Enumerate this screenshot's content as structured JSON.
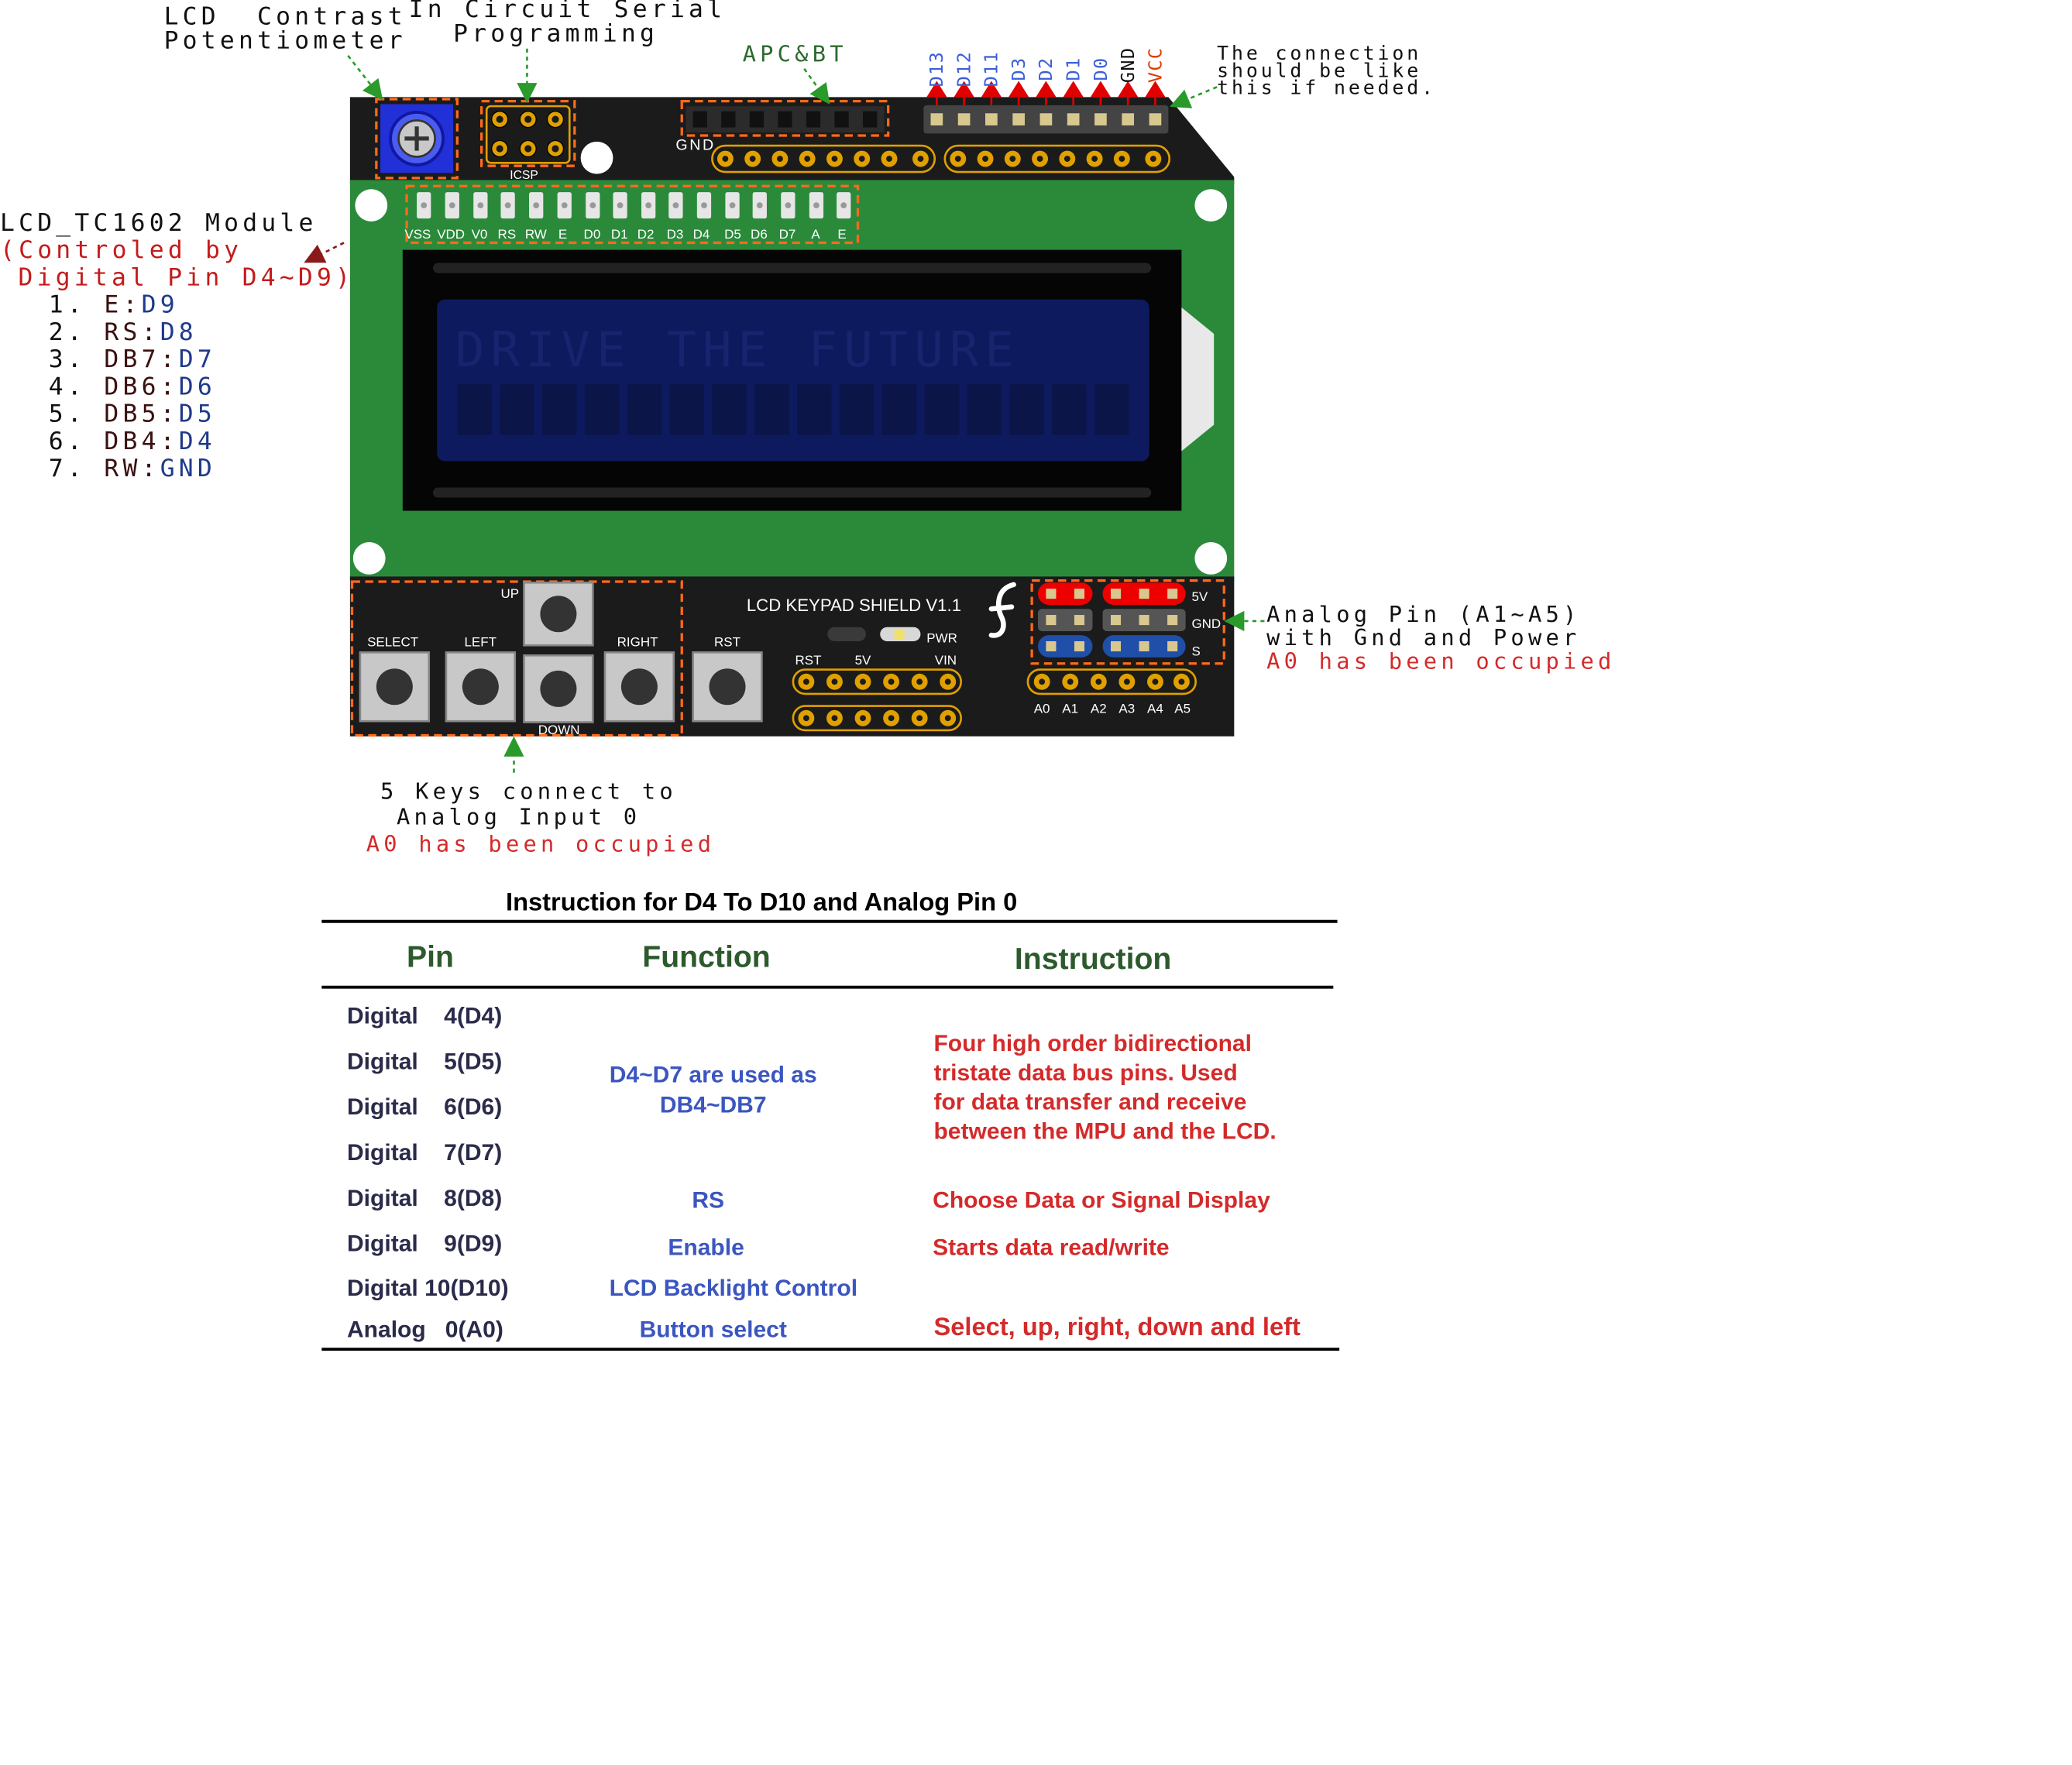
{
  "callouts": {
    "contrast": [
      "LCD  Contrast",
      "Potentiometer"
    ],
    "icsp_prog": [
      "In Circuit Serial",
      "Programming"
    ],
    "apcbt": "APC&BT",
    "connection": [
      "The connection",
      "should be like",
      "this if needed."
    ],
    "lcd_module": {
      "title": "LCD_TC1602 Module",
      "sub1": "(Controled by",
      "sub2": "Digital Pin D4~D9)",
      "items": [
        {
          "n": "1.",
          "a": "E:",
          "b": "D9"
        },
        {
          "n": "2.",
          "a": "RS:",
          "b": "D8"
        },
        {
          "n": "3.",
          "a": "DB7:",
          "b": "D7"
        },
        {
          "n": "4.",
          "a": "DB6:",
          "b": "D6"
        },
        {
          "n": "5.",
          "a": "DB5:",
          "b": "D5"
        },
        {
          "n": "6.",
          "a": "DB4:",
          "b": "D4"
        },
        {
          "n": "7.",
          "a": "RW:",
          "b": "GND"
        }
      ]
    },
    "analog": [
      "Analog Pin (A1~A5)",
      "with Gnd and Power"
    ],
    "analog_occupied": "A0 has been occupied",
    "keys": [
      "5 Keys connect to",
      "Analog Input 0"
    ],
    "keys_occupied": "A0 has been occupied"
  },
  "top_pins": [
    "D13",
    "D12",
    "D11",
    "D3",
    "D2",
    "D1",
    "D0",
    "GND",
    "VCC"
  ],
  "board": {
    "icsp": "ICSP",
    "gnd": "GND",
    "lcd_pins": [
      "VSS",
      "VDD",
      "V0",
      "RS",
      "RW",
      "E",
      "D0",
      "D1",
      "D2",
      "D3",
      "D4",
      "D5",
      "D6",
      "D7",
      "A",
      "E"
    ],
    "lcd_text": "DRIVE THE FUTURE",
    "name": "LCD KEYPAD SHIELD V1.1",
    "pwr": "PWR",
    "keys": {
      "up": "UP",
      "select": "SELECT",
      "left": "LEFT",
      "right": "RIGHT",
      "down": "DOWN",
      "rst": "RST"
    },
    "power_labels": {
      "rst": "RST",
      "v5": "5V",
      "vin": "VIN"
    },
    "analog_header": {
      "v5": "5V",
      "gnd": "GND",
      "s": "S"
    },
    "analog_labels": [
      "A0",
      "A1",
      "A2",
      "A3",
      "A4",
      "A5"
    ]
  },
  "colors": {
    "pcb_black": "#1b1b1b",
    "pcb_green": "#2a8a3a",
    "lcd_blue": "#0e1a5e",
    "callout_dash": "#ff6a1a",
    "label_red": "#c41b1b",
    "label_blue": "#1f3a8a",
    "header_red": "#ee0000",
    "header_blue": "#1f4fa8"
  },
  "table": {
    "title": "Instruction for D4 To D10 and Analog Pin 0",
    "headers": [
      "Pin",
      "Function",
      "Instruction"
    ],
    "pins": [
      "Digital    4(D4)",
      "Digital    5(D5)",
      "Digital    6(D6)",
      "Digital    7(D7)",
      "Digital    8(D8)",
      "Digital    9(D9)",
      "Digital 10(D10)",
      "Analog   0(A0)"
    ],
    "functions": {
      "db": [
        "D4~D7 are used as",
        "DB4~DB7"
      ],
      "rs": "RS",
      "enable": "Enable",
      "backlight": "LCD Backlight Control",
      "button": "Button select"
    },
    "instructions": {
      "bus": [
        "Four high order bidirectional",
        "tristate data bus pins. Used",
        "for data transfer and receive",
        "between the MPU and the LCD."
      ],
      "rs": "Choose Data or Signal Display",
      "enable": "Starts data read/write",
      "button": "Select, up, right, down and left"
    }
  }
}
